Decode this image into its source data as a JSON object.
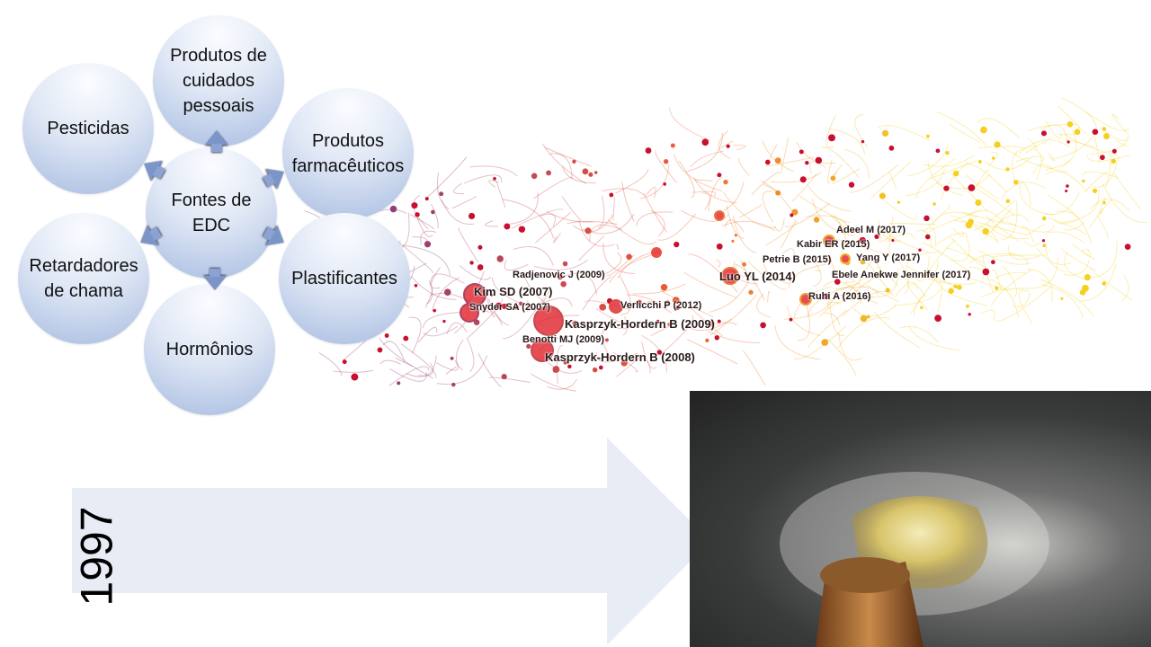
{
  "diagram": {
    "center": "Fontes de EDC",
    "sources": [
      "Produtos de cuidados pessoais",
      "Produtos farmacêuticos",
      "Plastificantes",
      "Hormônios",
      "Retardadores de chama",
      "Pesticidas"
    ]
  },
  "network": {
    "labels": [
      "Kim SD (2007)",
      "Radjenovic J (2009)",
      "Snyder SA (2007)",
      "Verlicchi P (2012)",
      "Kasprzyk-Hordern B (2009)",
      "Benotti MJ (2009)",
      "Kasprzyk-Hordern B (2008)",
      "Luo YL (2014)",
      "Adeel M (2017)",
      "Kabir ER (2015)",
      "Petrie B (2015)",
      "Yang Y (2017)",
      "Ebele Anekwe Jennifer (2017)",
      "Ruhi A (2016)"
    ],
    "colors": {
      "early": "#8e3d7a",
      "mid": "#e8513a",
      "late": "#f5d020"
    }
  },
  "timeline": {
    "year": "1997"
  },
  "photo": {
    "description_icon": "wastewater-pipe-discharge"
  }
}
